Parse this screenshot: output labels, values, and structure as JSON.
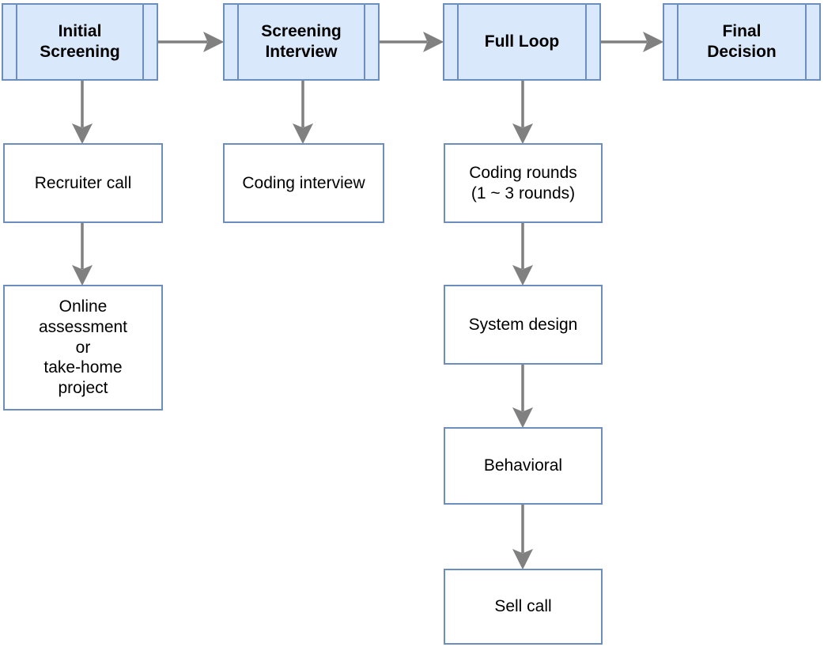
{
  "diagram": {
    "type": "flowchart",
    "colors": {
      "phase_fill": "#dae8fc",
      "node_border": "#6c8ebf",
      "step_fill": "#ffffff",
      "arrow": "#808080",
      "text": "#000000"
    },
    "phases": [
      {
        "id": "initial-screening",
        "label": "Initial\nScreening"
      },
      {
        "id": "screening-interview",
        "label": "Screening\nInterview"
      },
      {
        "id": "full-loop",
        "label": "Full Loop"
      },
      {
        "id": "final-decision",
        "label": "Final\nDecision"
      }
    ],
    "steps": [
      {
        "id": "recruiter-call",
        "label": "Recruiter call",
        "column": "initial-screening"
      },
      {
        "id": "online-assessment",
        "label": "Online\nassessment\nor\ntake-home\nproject",
        "column": "initial-screening"
      },
      {
        "id": "coding-interview",
        "label": "Coding interview",
        "column": "screening-interview"
      },
      {
        "id": "coding-rounds",
        "label": "Coding rounds\n(1 ~ 3 rounds)",
        "column": "full-loop"
      },
      {
        "id": "system-design",
        "label": "System design",
        "column": "full-loop"
      },
      {
        "id": "behavioral",
        "label": "Behavioral",
        "column": "full-loop"
      },
      {
        "id": "sell-call",
        "label": "Sell call",
        "column": "full-loop"
      }
    ],
    "edges": [
      {
        "from": "initial-screening",
        "to": "screening-interview"
      },
      {
        "from": "screening-interview",
        "to": "full-loop"
      },
      {
        "from": "full-loop",
        "to": "final-decision"
      },
      {
        "from": "initial-screening",
        "to": "recruiter-call"
      },
      {
        "from": "recruiter-call",
        "to": "online-assessment"
      },
      {
        "from": "screening-interview",
        "to": "coding-interview"
      },
      {
        "from": "full-loop",
        "to": "coding-rounds"
      },
      {
        "from": "coding-rounds",
        "to": "system-design"
      },
      {
        "from": "system-design",
        "to": "behavioral"
      },
      {
        "from": "behavioral",
        "to": "sell-call"
      }
    ]
  }
}
